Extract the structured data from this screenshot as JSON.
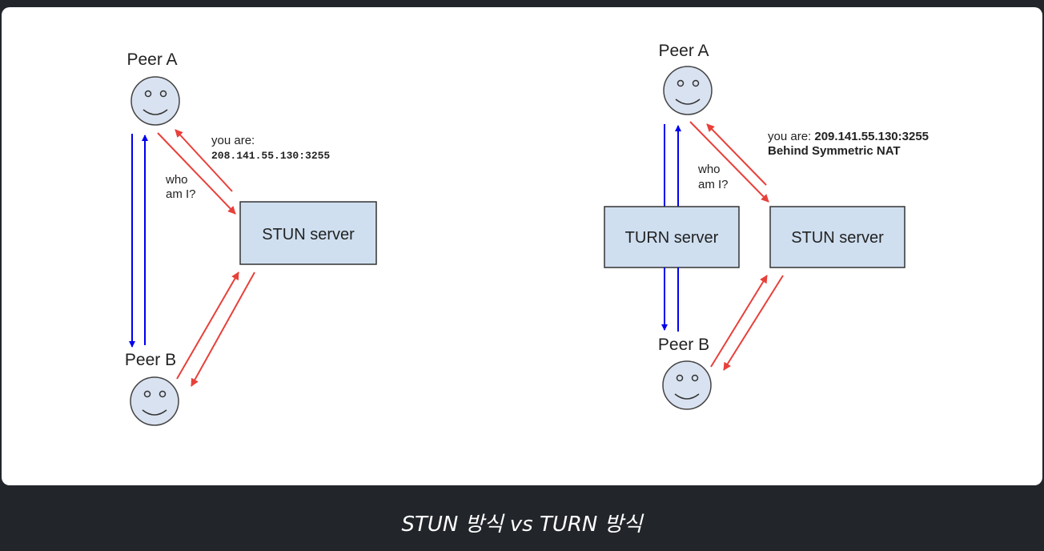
{
  "caption": "STUN 방식 vs TURN 방식",
  "colors": {
    "page_bg": "#22252a",
    "panel_bg": "#ffffff",
    "face_fill": "#d9e2f0",
    "box_fill": "#cfdff0",
    "blue_arrow": "#0000ee",
    "red_arrow": "#e8403a"
  },
  "left": {
    "peer_a": "Peer A",
    "peer_b": "Peer B",
    "you_are": "you are:",
    "address": "208.141.55.130:3255",
    "who": "who",
    "am_i": "am I?",
    "stun": "STUN server"
  },
  "right": {
    "peer_a": "Peer A",
    "peer_b": "Peer B",
    "you_are": "you are: ",
    "address": "209.141.55.130:3255",
    "nat": "Behind Symmetric NAT",
    "who": "who",
    "am_i": "am I?",
    "turn": "TURN server",
    "stun": "STUN server"
  }
}
